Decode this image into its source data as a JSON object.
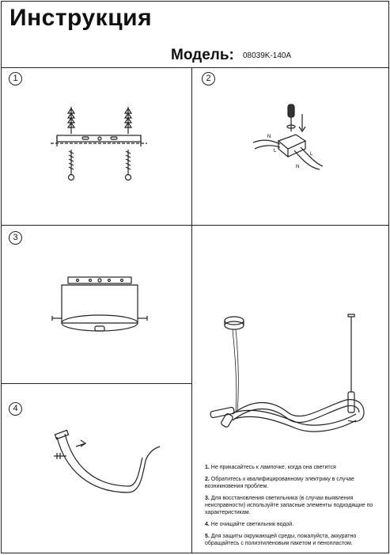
{
  "header": {
    "title": "Инструкция",
    "model_label": "Модель:",
    "model_value": "08039K-140A"
  },
  "steps": [
    {
      "number": "1"
    },
    {
      "number": "2"
    },
    {
      "number": "3"
    },
    {
      "number": "4"
    }
  ],
  "wiring_labels": {
    "n1": "N",
    "n2": "N",
    "l1": "L",
    "l2": "L"
  },
  "notes": [
    {
      "num": "1.",
      "text": "Не прикасайтесь к лампочке, когда она светится"
    },
    {
      "num": "2.",
      "text": "Обратитесь к квалифицированному электрику в случае возникновения проблем."
    },
    {
      "num": "3.",
      "text": "Для восстановления светильника (в случаи выявления неисправности) используйте запасные элементы подходящие по характеристикам."
    },
    {
      "num": "4.",
      "text": "Не очищайте светильник водой."
    },
    {
      "num": "5.",
      "text": "Для защиты окружающей среды, пожалуйста, аккуратно обращайтесь с полиэтиленовым пакетом и пенопластом."
    }
  ]
}
